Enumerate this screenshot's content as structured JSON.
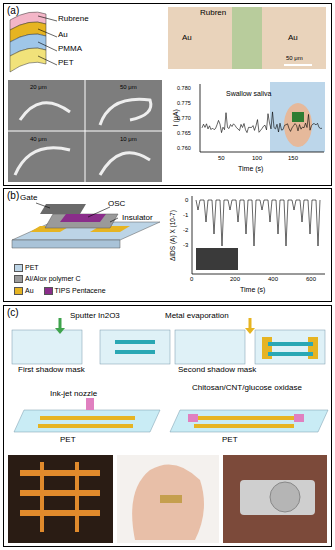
{
  "diagram": {
    "nodes": [
      {
        "text": [
          "(a)"
        ]
      },
      {
        "text": [
          "(b)"
        ]
      },
      {
        "text": [
          "(c)"
        ]
      }
    ],
    "labels": [
      "Rubrene",
      "Au",
      "PMMA",
      "PET",
      "Rubren",
      "Au",
      "Au",
      "50 μm",
      "20 μm",
      "50 μm",
      "40 μm",
      "10 μm",
      "I (μA)",
      "0.780",
      "0.775",
      "0.770",
      "0.765",
      "0.760",
      "Swallow saliva",
      "50",
      "100",
      "150",
      "Time (s)",
      "Gate",
      "OSC",
      "Insulator",
      "ΔIDS (A) X (10-7)",
      "0",
      "-1",
      "-2",
      "-3",
      "0",
      "200",
      "400",
      "600",
      "Time (s)",
      "Sputter In2O3",
      "Metal evaporation",
      "First shadow mask",
      "Second shadow mask",
      "Ink-jet nozzle",
      "Chitosan/CNT/glucose oxidase",
      "PET",
      "PET"
    ],
    "legend": [
      {
        "text": "PET",
        "color": "#bcd4e6"
      },
      {
        "text": "Al/Alox polymer C",
        "color": "#9a9a9a"
      },
      {
        "text": "Au",
        "color": "#e6b422"
      },
      {
        "text": "TIPS Pentacene",
        "color": "#8a2d8a"
      }
    ]
  }
}
